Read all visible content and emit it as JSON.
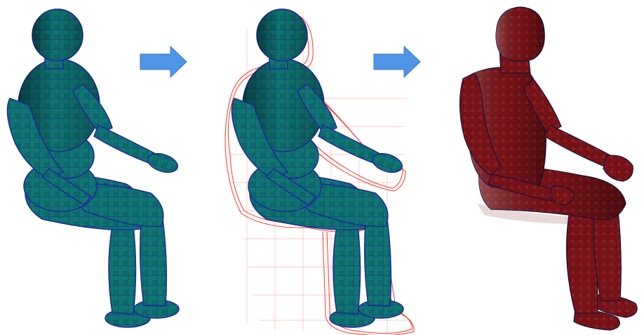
{
  "figure": {
    "stages": [
      {
        "name": "segmented-mannequin",
        "color": "#0f7570",
        "mesh_color": "#1d2a9c"
      },
      {
        "name": "mannequin-with-envelope",
        "color": "#0f7570",
        "mesh_color": "#1d2a9c",
        "envelope_color": "#ff2a1e"
      },
      {
        "name": "skin-mesh-model",
        "color": "#7a1216",
        "mesh_color": "#1a1238"
      }
    ],
    "arrows": [
      {
        "name": "step-arrow-1",
        "color": "#4f95e6"
      },
      {
        "name": "step-arrow-2",
        "color": "#4f95e6"
      }
    ]
  }
}
